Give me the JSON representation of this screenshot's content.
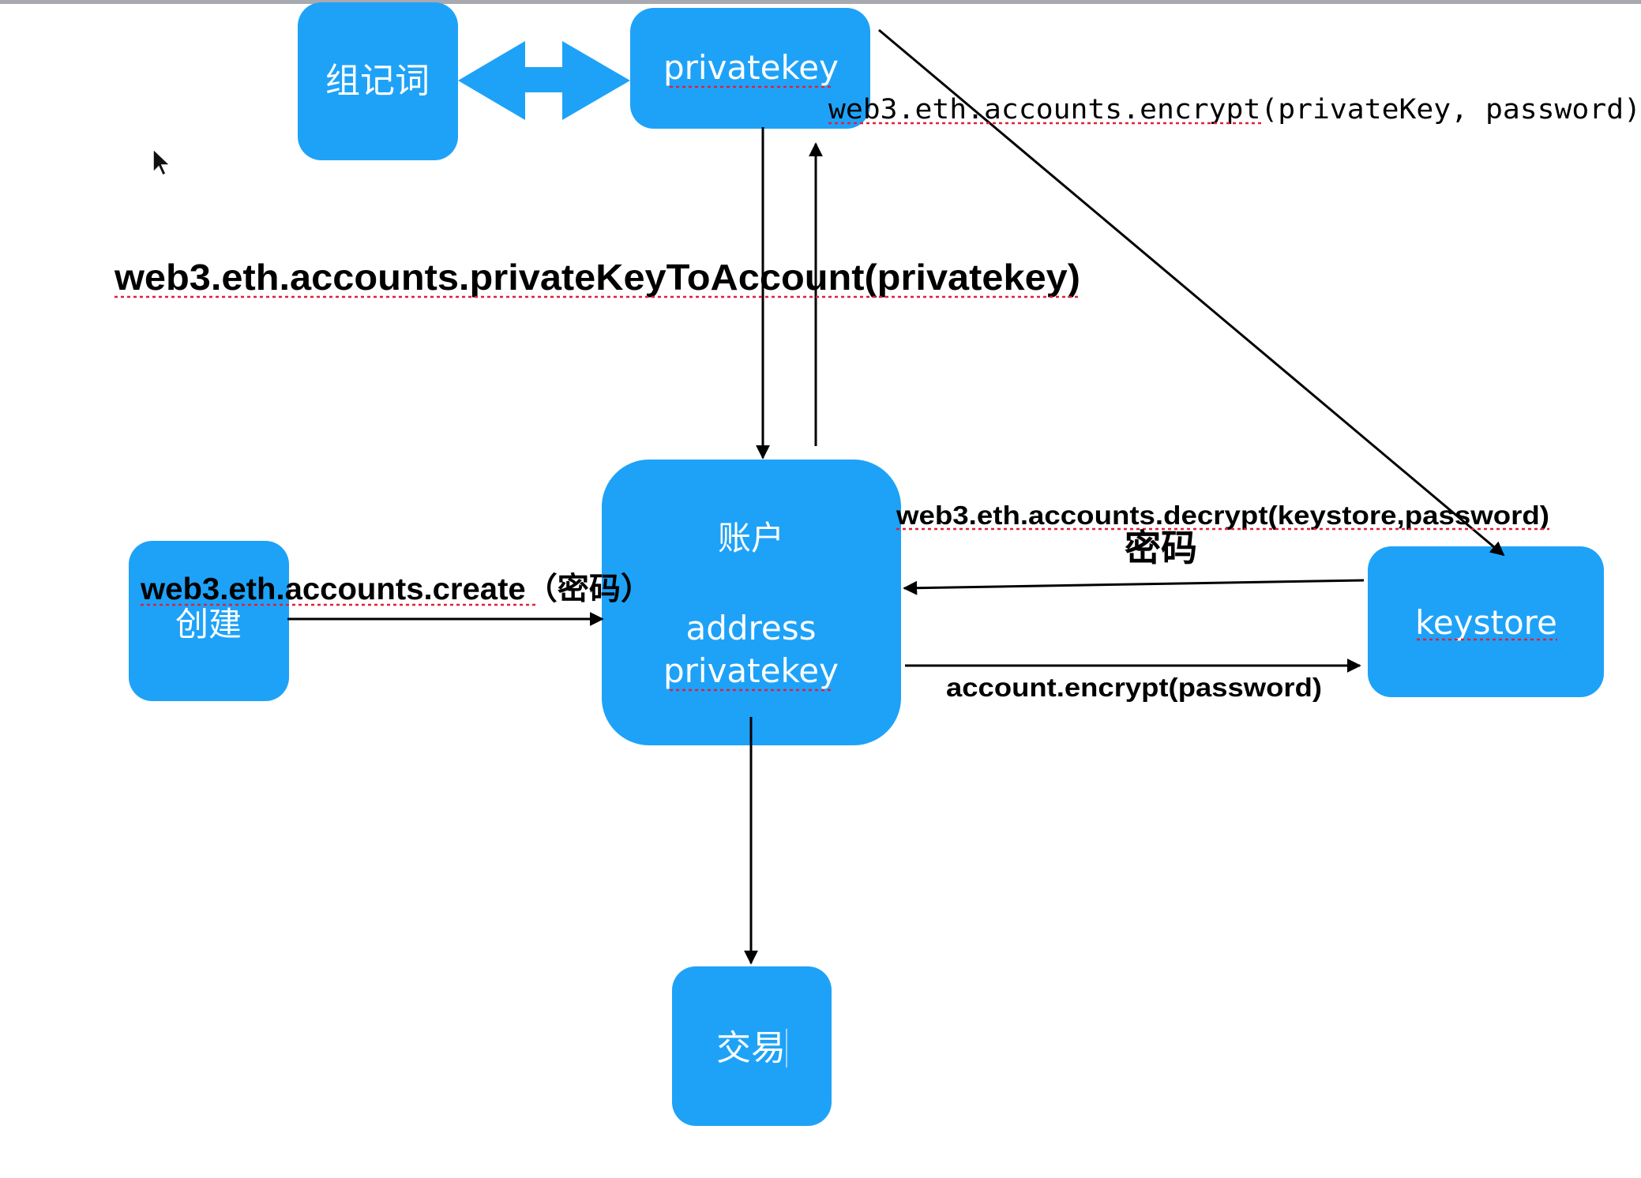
{
  "nodes": {
    "mnemonic": "组记词",
    "privatekey": "privatekey",
    "create": "创建",
    "account": {
      "title": "账户",
      "line1": "address",
      "line2": "privatekey"
    },
    "keystore": "keystore",
    "transaction": "交易"
  },
  "labels": {
    "encrypt_code": "web3.eth.accounts.encrypt(privateKey, password)",
    "private_key_to_account": "web3.eth.accounts.privateKeyToAccount(privatekey)",
    "decrypt": "web3.eth.accounts.decrypt(keystore,password)",
    "password_note": "密码",
    "create_call": "web3.eth.accounts.create（密码）",
    "account_encrypt": "account.encrypt(password)"
  },
  "colors": {
    "node_fill": "#1EA2F8",
    "line": "#000000",
    "spellcheck": "#e0203a"
  }
}
